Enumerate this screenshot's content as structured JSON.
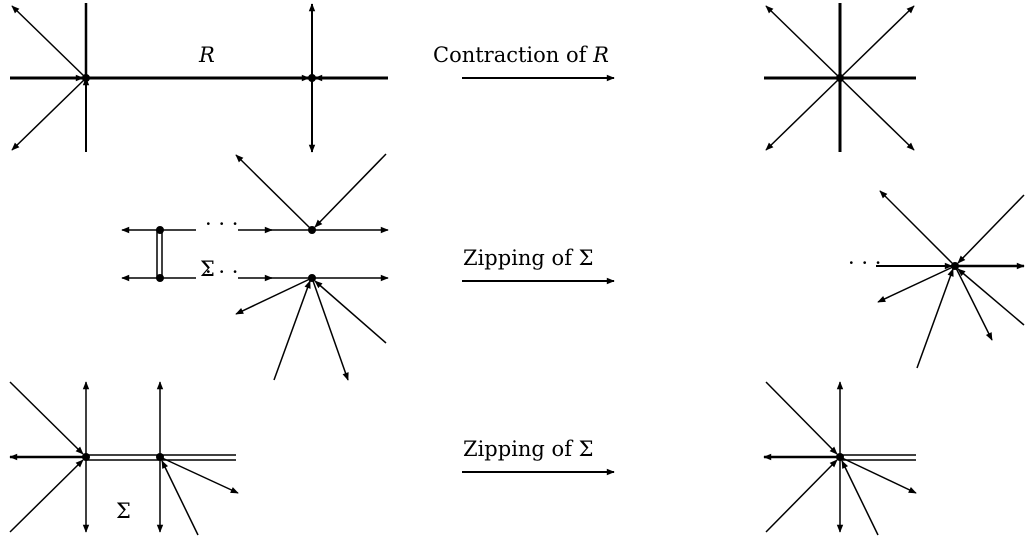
{
  "labels": {
    "edge_R": "R",
    "arrow1_prefix": "Contraction of ",
    "arrow1_var": "R",
    "arrow2": "Zipping of Σ",
    "arrow3": "Zipping of Σ",
    "sigma_row2": "Σ",
    "sigma_row3": "Σ",
    "dots": "· · ·"
  }
}
